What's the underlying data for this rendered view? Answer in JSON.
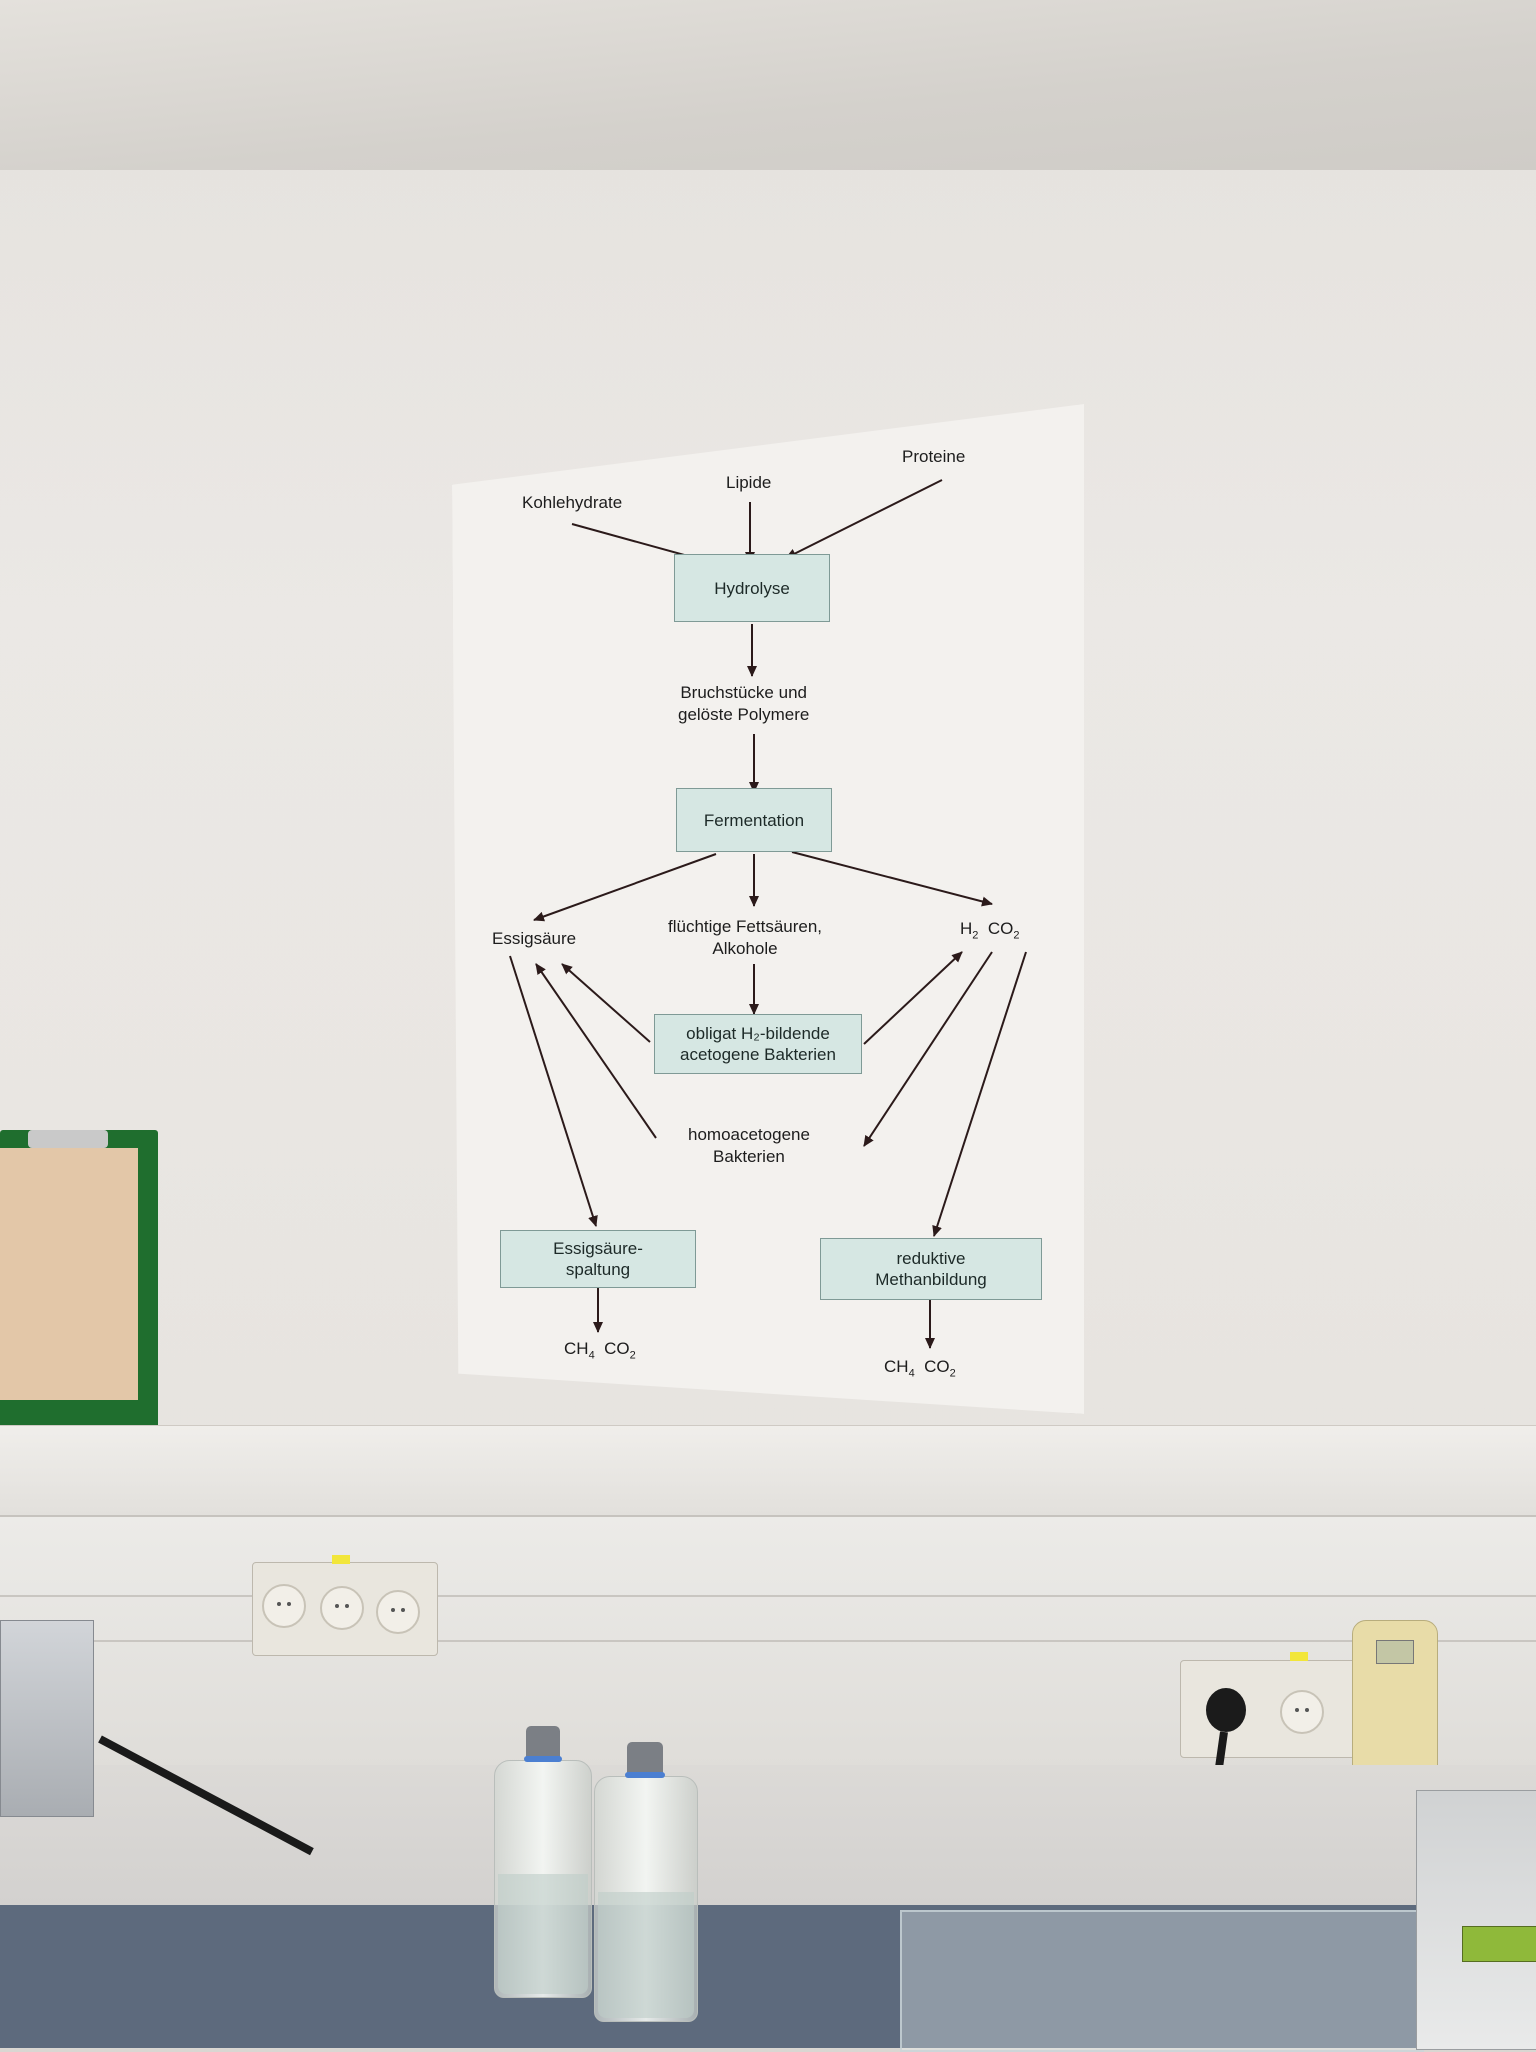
{
  "poster": {
    "inputs": {
      "carbohydrates": "Kohlehydrate",
      "lipids": "Lipide",
      "proteins": "Proteine"
    },
    "hydrolysis": "Hydrolyse",
    "fragments": [
      "Bruchstücke und",
      "gelöste Polymere"
    ],
    "fermentation": "Fermentation",
    "acetic_acid": "Essigsäure",
    "volatile": [
      "flüchtige Fettsäuren,",
      "Alkohole"
    ],
    "h2_co2": {
      "h": "H",
      "h_sub": "2",
      "co": "CO",
      "co_sub": "2"
    },
    "acetogenic": [
      "obligat H₂-bildende",
      "acetogene Bakterien"
    ],
    "homoacetogenic": [
      "homoacetogene",
      "Bakterien"
    ],
    "acetate_cleavage": [
      "Essigsäure-",
      "spaltung"
    ],
    "reductive": [
      "reduktive",
      "Methanbildung"
    ],
    "products_left": {
      "ch": "CH",
      "ch_sub": "4",
      "co": "CO",
      "co_sub": "2"
    },
    "products_right": {
      "ch": "CH",
      "ch_sub": "4",
      "co": "CO",
      "co_sub": "2"
    }
  },
  "colors": {
    "poster_bg": "#f3f1ee",
    "box_fill": "#d6e7e3",
    "arrow": "#2b1a1a"
  }
}
